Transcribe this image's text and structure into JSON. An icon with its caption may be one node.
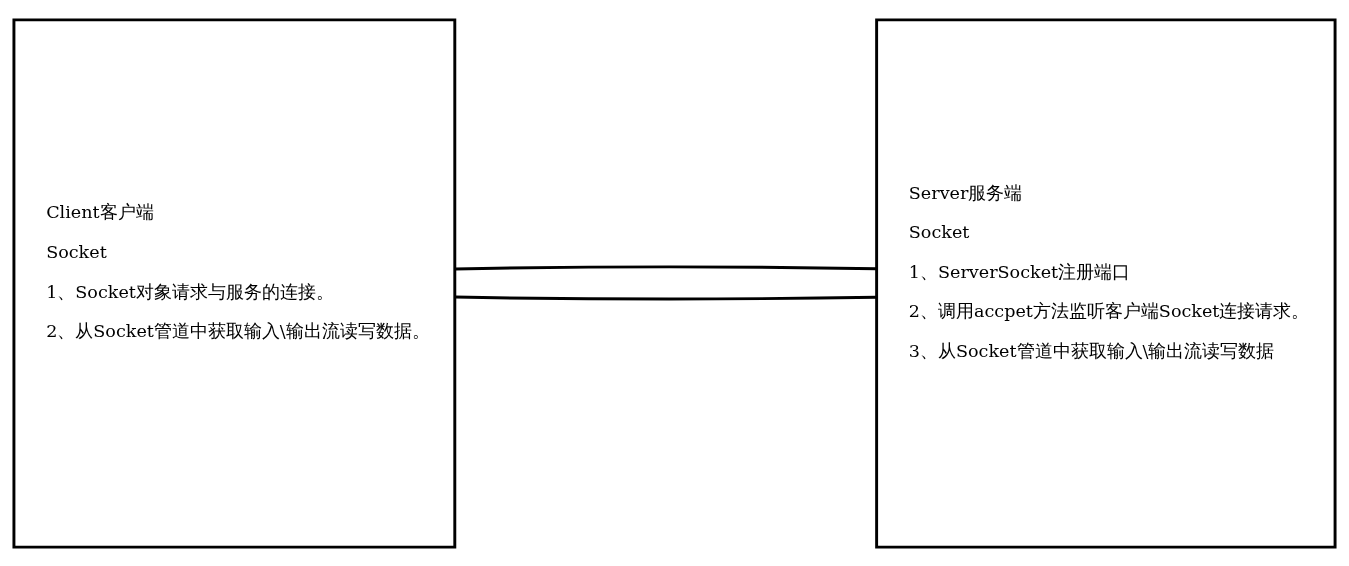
{
  "diagram": {
    "nodes": [
      {
        "text": [
          "Client客户端",
          "Socket",
          "1、Socket对象请求与服务的连接。",
          "2、从Socket管道中获取输入\\输出流读写数据。"
        ]
      },
      {
        "text": [
          "Server服务端",
          "Socket",
          "1、ServerSocket注册端口",
          "2、调用accpet方法监听客户端Socket连接请求。",
          "3、从Socket管道中获取输入\\输出流读写数据"
        ]
      }
    ],
    "edges": [
      {
        "from": 0,
        "to": 1,
        "arrow": "none"
      },
      {
        "from": 0,
        "to": 1,
        "arrow": "none"
      }
    ]
  }
}
